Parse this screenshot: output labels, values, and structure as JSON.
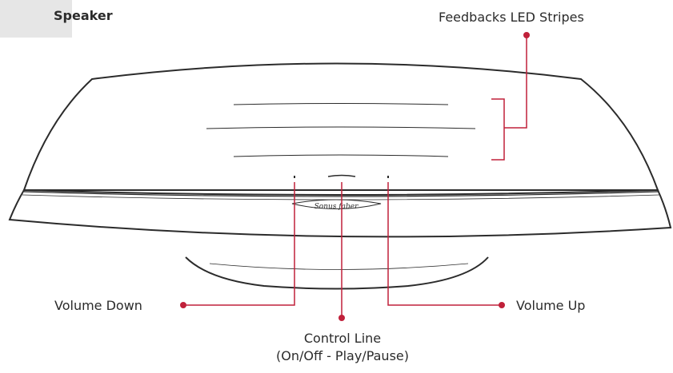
{
  "title": "Speaker",
  "callouts": {
    "feedback_led": "Feedbacks LED Stripes",
    "volume_down": "Volume Down",
    "volume_up": "Volume Up",
    "control_line_1": "Control Line",
    "control_line_2": "(On/Off - Play/Pause)"
  },
  "logo_text": "Sonus faber",
  "colors": {
    "callout": "#c0203a",
    "outline": "#2b2b2b",
    "title_tab": "#e6e6e6"
  }
}
